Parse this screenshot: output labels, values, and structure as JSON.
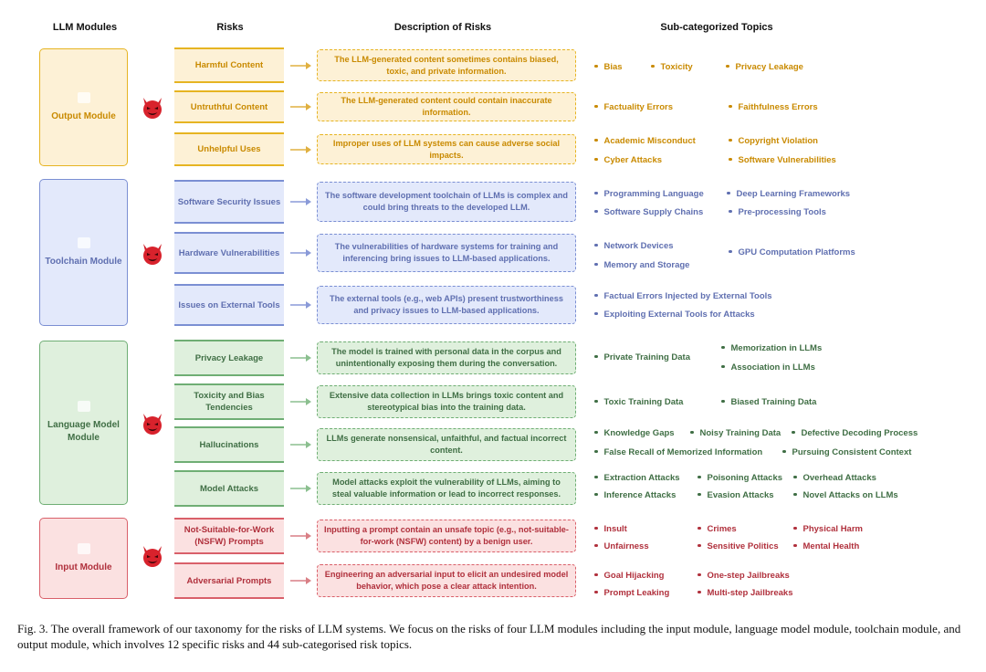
{
  "headers": {
    "modules": "LLM Modules",
    "risks": "Risks",
    "description": "Description of Risks",
    "topics": "Sub-categorized Topics"
  },
  "colors": {
    "output": {
      "border": "#e6b422",
      "fill": "#fdf1d6",
      "text": "#c98a00",
      "arrow": "#e0b040"
    },
    "toolchain": {
      "border": "#7b8fd3",
      "fill": "#e3e9fb",
      "text": "#5f6fb0",
      "arrow": "#8a9ad8"
    },
    "language": {
      "border": "#6fae74",
      "fill": "#dff0dd",
      "text": "#3f6e44",
      "arrow": "#8bbf8f"
    },
    "input": {
      "border": "#d9606a",
      "fill": "#fbe1e1",
      "text": "#b0303c",
      "arrow": "#d97f85"
    }
  },
  "modules": [
    {
      "key": "output",
      "label": "Output Module",
      "icon": "devil-icon",
      "risks": [
        {
          "label": "Harmful Content",
          "description": "The LLM-generated content sometimes contains biased, toxic, and private information.",
          "topic_rows": [
            [
              "Bias",
              "Toxicity",
              "Privacy Leakage"
            ]
          ]
        },
        {
          "label": "Untruthful Content",
          "description": "The LLM-generated content could contain inaccurate information.",
          "topic_rows": [
            [
              "Factuality Errors",
              "Faithfulness Errors"
            ]
          ]
        },
        {
          "label": "Unhelpful Uses",
          "description": "Improper uses of LLM systems can cause adverse social impacts.",
          "topic_rows": [
            [
              "Academic Misconduct",
              "Copyright Violation"
            ],
            [
              "Cyber Attacks",
              "Software Vulnerabilities"
            ]
          ]
        }
      ]
    },
    {
      "key": "toolchain",
      "label": "Toolchain Module",
      "icon": "devil-icon",
      "risks": [
        {
          "label": "Software Security Issues",
          "description": "The software development toolchain of LLMs is complex and could bring threats to the developed LLM.",
          "topic_rows": [
            [
              "Programming Language",
              "Deep Learning Frameworks"
            ],
            [
              "Software Supply Chains",
              "Pre-processing Tools"
            ]
          ]
        },
        {
          "label": "Hardware Vulnerabilities",
          "description": "The vulnerabilities of hardware systems for training and inferencing bring issues to LLM-based applications.",
          "topic_rows": [
            [
              "Network Devices",
              "GPU Computation Platforms"
            ],
            [
              "Memory and Storage"
            ]
          ]
        },
        {
          "label": "Issues on External Tools",
          "description": "The external tools (e.g., web APIs) present trustworthiness and privacy issues to LLM-based applications.",
          "topic_rows": [
            [
              "Factual Errors Injected by External Tools"
            ],
            [
              "Exploiting External Tools for Attacks"
            ]
          ]
        }
      ]
    },
    {
      "key": "language",
      "label": "Language Model Module",
      "icon": "devil-icon",
      "risks": [
        {
          "label": "Privacy Leakage",
          "description": "The model is trained with personal data in the corpus and unintentionally exposing them during the conversation.",
          "topic_rows": [
            [
              "Private Training Data"
            ],
            [
              "Memorization in LLMs",
              "Association in LLMs"
            ]
          ]
        },
        {
          "label": "Toxicity and Bias Tendencies",
          "description": "Extensive data collection in LLMs brings toxic content and stereotypical bias into the training data.",
          "topic_rows": [
            [
              "Toxic Training Data",
              "Biased Training Data"
            ]
          ]
        },
        {
          "label": "Hallucinations",
          "description": "LLMs generate nonsensical, unfaithful, and factual incorrect content.",
          "topic_rows": [
            [
              "Knowledge Gaps",
              "Noisy Training Data",
              "Defective Decoding Process"
            ],
            [
              "False Recall of Memorized Information",
              "Pursuing Consistent Context"
            ]
          ]
        },
        {
          "label": "Model Attacks",
          "description": "Model attacks exploit the vulnerability of LLMs, aiming to steal valuable information or lead to incorrect responses.",
          "topic_rows": [
            [
              "Extraction Attacks",
              "Poisoning Attacks",
              "Overhead Attacks"
            ],
            [
              "Inference Attacks",
              "Evasion Attacks",
              "Novel Attacks on LLMs"
            ]
          ]
        }
      ]
    },
    {
      "key": "input",
      "label": "Input Module",
      "icon": "devil-icon",
      "risks": [
        {
          "label": "Not-Suitable-for-Work (NSFW) Prompts",
          "description": "Inputting a prompt contain an unsafe topic (e.g., not-suitable-for-work (NSFW) content) by a benign user.",
          "topic_rows": [
            [
              "Insult",
              "Crimes",
              "Physical Harm"
            ],
            [
              "Unfairness",
              "Sensitive Politics",
              "Mental Health"
            ]
          ]
        },
        {
          "label": "Adversarial Prompts",
          "description": "Engineering an adversarial input to elicit an undesired model behavior, which pose a clear attack intention.",
          "topic_rows": [
            [
              "Goal Hijacking",
              "One-step Jailbreaks"
            ],
            [
              "Prompt Leaking",
              "Multi-step Jailbreaks"
            ]
          ]
        }
      ]
    }
  ],
  "caption": "Fig. 3.   The overall framework of our taxonomy for the risks of LLM systems. We focus on the risks of four LLM modules including the input module, language model module, toolchain module, and output module, which involves 12 specific risks and 44 sub-categorised risk topics."
}
